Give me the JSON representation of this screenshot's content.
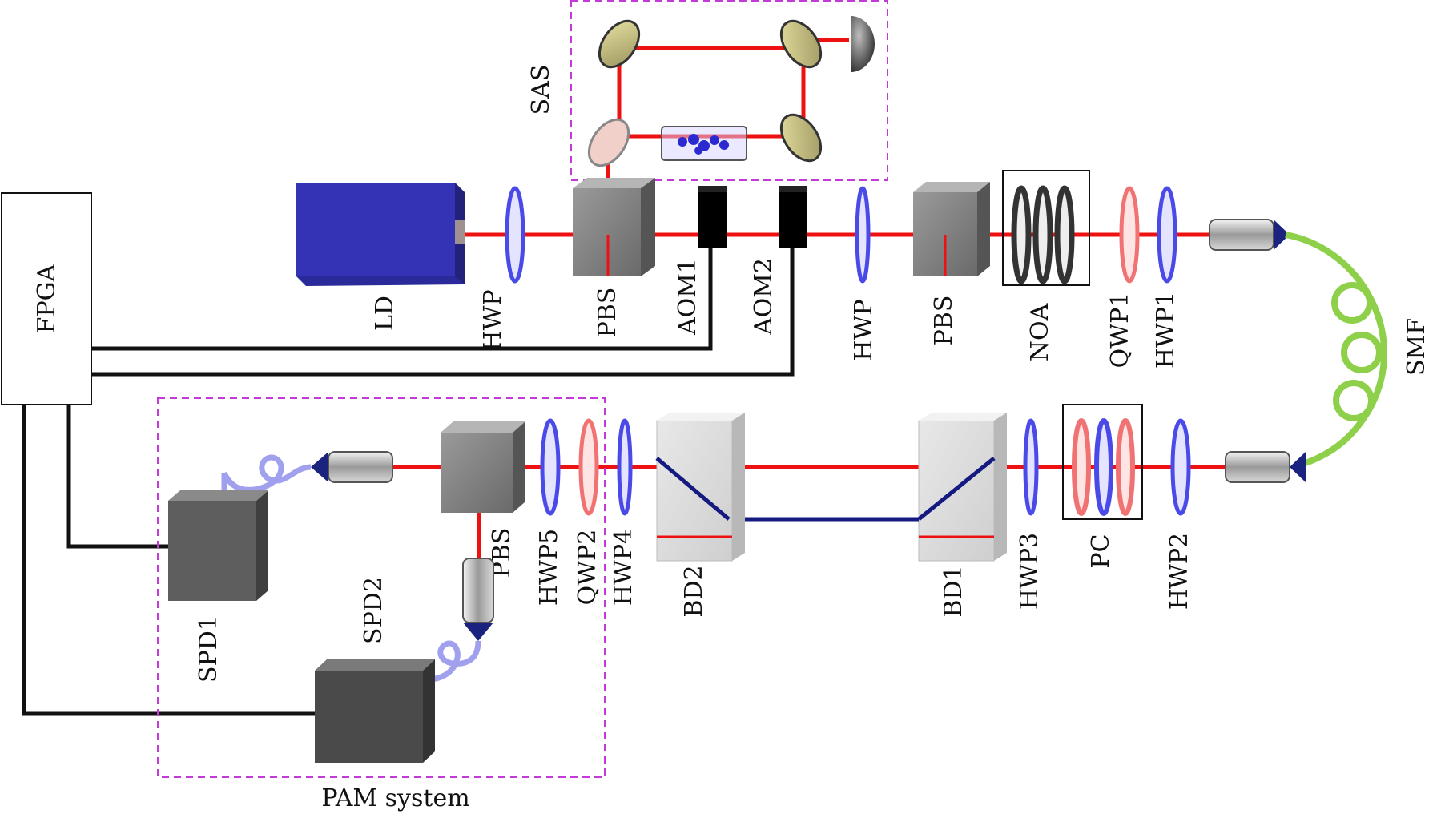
{
  "labels": {
    "fpga": "FPGA",
    "sas": "SAS",
    "ld": "LD",
    "hwp_a": "HWP",
    "pbs_a": "PBS",
    "aom1": "AOM1",
    "aom2": "AOM2",
    "hwp_b": "HWP",
    "pbs_b": "PBS",
    "noa": "NOA",
    "qwp1": "QWP1",
    "hwp1": "HWP1",
    "smf": "SMF",
    "spd1": "SPD1",
    "spd2": "SPD2",
    "pbs_c": "PBS",
    "hwp5": "HWP5",
    "qwp2": "QWP2",
    "hwp4": "HWP4",
    "bd2": "BD2",
    "bd1": "BD1",
    "hwp3": "HWP3",
    "pc": "PC",
    "hwp2": "HWP2",
    "pam": "PAM system"
  },
  "colors": {
    "beam": "#ee1111",
    "blue_beam": "#141a80",
    "dash_box": "#c43ad8",
    "fiber": "#8fd04a",
    "ld_body": "#3433b5",
    "hwp": "#4a4ae8",
    "qwp": "#f07272",
    "spd": "#5e5e5e"
  }
}
